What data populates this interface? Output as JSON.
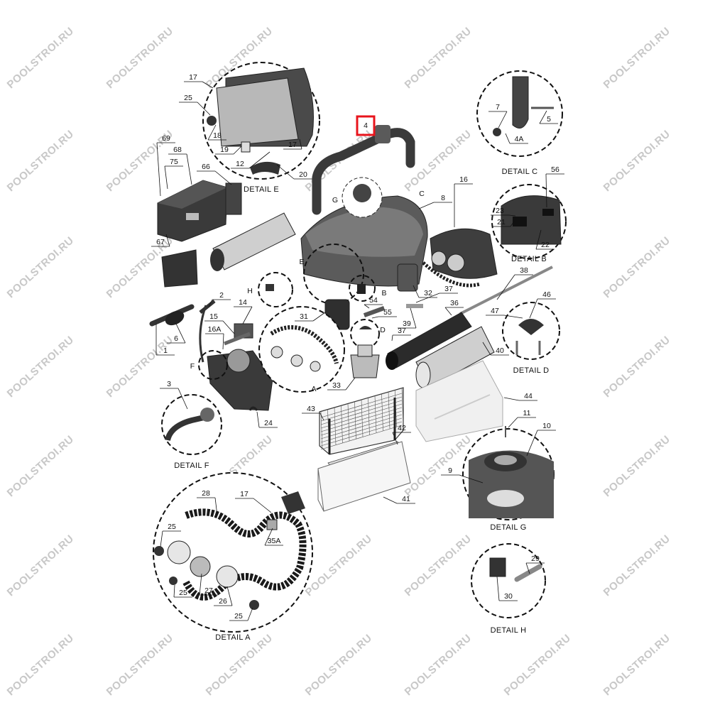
{
  "watermark": "POOLSTROI.RU",
  "highlight_color": "#e8141c",
  "details": {
    "e": "DETAIL E",
    "c": "DETAIL C",
    "b": "DETAIL B",
    "d": "DETAIL D",
    "f": "DETAIL F",
    "g": "DETAIL G",
    "a": "DETAIL A",
    "h": "DETAIL H"
  },
  "letters": {
    "g": "G",
    "c": "C",
    "e": "E",
    "b": "B",
    "h": "H",
    "d": "D",
    "f": "F",
    "a": "A"
  },
  "callouts": {
    "p4": "4",
    "p17": "17",
    "p25": "25",
    "p18": "18",
    "p19": "19",
    "p12": "12",
    "p20": "20",
    "p17b": "17",
    "p7": "7",
    "p4a": "4A",
    "p5": "5",
    "p69": "69",
    "p68": "68",
    "p75": "75",
    "p66": "66",
    "p67": "67",
    "p8": "8",
    "p16": "16",
    "p56": "56",
    "p23": "23",
    "p21": "21",
    "p22": "22",
    "p38": "38",
    "p37": "37",
    "p32": "32",
    "p36": "36",
    "p46": "46",
    "p47": "47",
    "p40": "40",
    "p2": "2",
    "p14": "14",
    "p15": "15",
    "p16a": "16A",
    "p6": "6",
    "p1": "1",
    "p31": "31",
    "p54": "54",
    "p55": "55",
    "p39": "39",
    "p37b": "37",
    "p33": "33",
    "p43": "43",
    "p44": "44",
    "p42": "42",
    "p11": "11",
    "p10": "10",
    "p9": "9",
    "p41": "41",
    "p3": "3",
    "p24": "24",
    "p28": "28",
    "p17c": "17",
    "p35a": "35A",
    "p25b": "25",
    "p25c": "25",
    "p27": "27",
    "p26": "26",
    "p25d": "25",
    "p29": "29",
    "p30": "30"
  }
}
